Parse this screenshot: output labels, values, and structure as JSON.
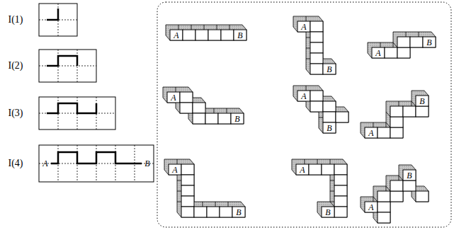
{
  "diagram": {
    "labels": [
      "I(1)",
      "I(2)",
      "I(3)",
      "I(4)",
      "A",
      "B",
      "A",
      "B",
      "A",
      "B",
      "A",
      "B",
      "A",
      "B",
      "A",
      "B",
      "A",
      "B",
      "A",
      "B",
      "A",
      "B",
      "A",
      "B"
    ]
  }
}
